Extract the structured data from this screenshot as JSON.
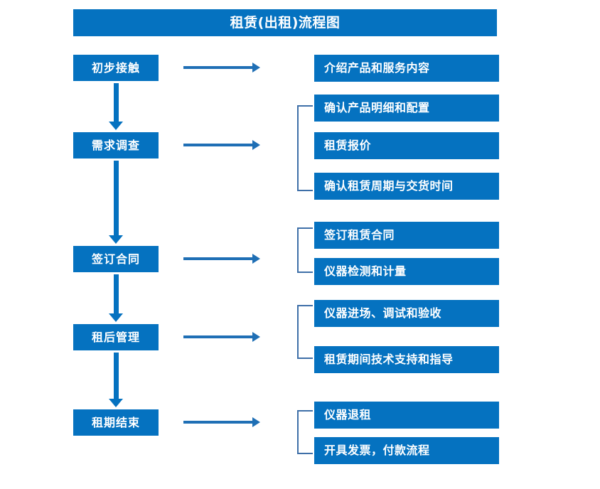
{
  "page": {
    "title": "租赁(出租)流程图",
    "background_color": "#ffffff"
  },
  "colors": {
    "box_fill": "#0572C0",
    "box_text": "#ffffff",
    "arrow": "#1F6FB5",
    "vertical_arrow": "#0572C0",
    "bracket": "#3E6FA8"
  },
  "flow": {
    "stages": [
      {
        "id": "stage-1",
        "label": "初步接触"
      },
      {
        "id": "stage-2",
        "label": "需求调查"
      },
      {
        "id": "stage-3",
        "label": "签订合同"
      },
      {
        "id": "stage-4",
        "label": "租后管理"
      },
      {
        "id": "stage-5",
        "label": "租期结束"
      }
    ],
    "details": [
      {
        "id": "detail-1-1",
        "label": "介绍产品和服务内容"
      },
      {
        "id": "detail-2-1",
        "label": "确认产品明细和配置"
      },
      {
        "id": "detail-2-2",
        "label": "租赁报价"
      },
      {
        "id": "detail-2-3",
        "label": "确认租赁周期与交货时间"
      },
      {
        "id": "detail-3-1",
        "label": "签订租赁合同"
      },
      {
        "id": "detail-3-2",
        "label": "仪器检测和计量"
      },
      {
        "id": "detail-4-1",
        "label": "仪器进场、调试和验收"
      },
      {
        "id": "detail-4-2",
        "label": "租赁期间技术支持和指导"
      },
      {
        "id": "detail-5-1",
        "label": "仪器退租"
      },
      {
        "id": "detail-5-2",
        "label": "开具发票，付款流程"
      }
    ],
    "groups": [
      {
        "id": "group-2",
        "stage": "需求调查",
        "members": [
          "确认产品明细和配置",
          "租赁报价",
          "确认租赁周期与交货时间"
        ]
      },
      {
        "id": "group-3",
        "stage": "签订合同",
        "members": [
          "签订租赁合同",
          "仪器检测和计量"
        ]
      },
      {
        "id": "group-4",
        "stage": "租后管理",
        "members": [
          "仪器进场、调试和验收",
          "租赁期间技术支持和指导"
        ]
      },
      {
        "id": "group-5",
        "stage": "租期结束",
        "members": [
          "仪器退租",
          "开具发票，付款流程"
        ]
      }
    ],
    "transitions": [
      {
        "from": "初步接触",
        "to": "需求调查"
      },
      {
        "from": "需求调查",
        "to": "签订合同"
      },
      {
        "from": "签订合同",
        "to": "租后管理"
      },
      {
        "from": "租后管理",
        "to": "租期结束"
      }
    ]
  }
}
